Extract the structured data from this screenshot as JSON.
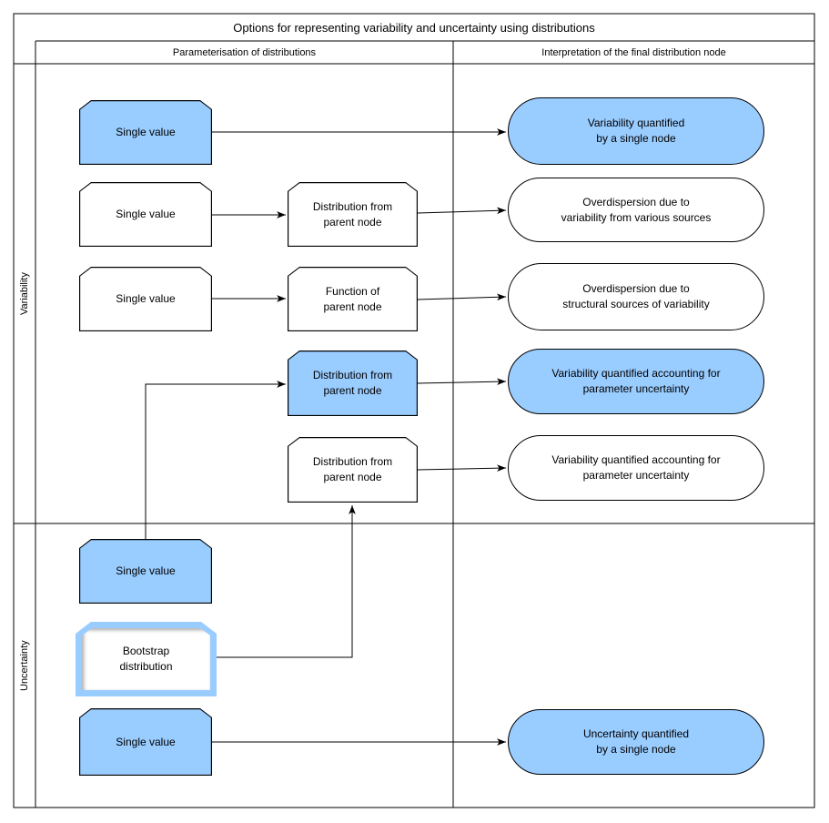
{
  "title": "Options for representing variability and uncertainty using distributions",
  "columns": {
    "parameterisation": "Parameterisation of distributions",
    "interpretation": "Interpretation of the final distribution node"
  },
  "row_labels": {
    "variability": "Variability",
    "uncertainty": "Uncertainty"
  },
  "colors": {
    "node_blue": "#99ccff",
    "node_white": "#ffffff",
    "line": "#000000",
    "bootstrap_border": "#99ccff"
  },
  "nodes": {
    "sv1": {
      "label": "Single value",
      "fill": "blue"
    },
    "sv2": {
      "label": "Single value",
      "fill": "white"
    },
    "dist1": {
      "label": "Distribution from\nparent node",
      "fill": "white"
    },
    "sv3": {
      "label": "Single value",
      "fill": "white"
    },
    "func1": {
      "label": "Function of\nparent node",
      "fill": "white"
    },
    "dist2": {
      "label": "Distribution from\nparent node",
      "fill": "blue"
    },
    "dist3": {
      "label": "Distribution from\nparent node",
      "fill": "white"
    },
    "sv4": {
      "label": "Single value",
      "fill": "blue"
    },
    "boot": {
      "label": "Bootstrap\ndistribution",
      "fill": "white"
    },
    "sv5": {
      "label": "Single value",
      "fill": "blue"
    }
  },
  "pills": {
    "p1": {
      "label": "Variability quantified\nby a single node",
      "fill": "blue"
    },
    "p2": {
      "label": "Overdispersion due to\nvariability from various sources",
      "fill": "white"
    },
    "p3": {
      "label": "Overdispersion due to\nstructural sources of variability",
      "fill": "white"
    },
    "p4": {
      "label": "Variability quantified accounting for\nparameter uncertainty",
      "fill": "blue"
    },
    "p5": {
      "label": "Variability quantified accounting for\nparameter uncertainty",
      "fill": "white"
    },
    "p6": {
      "label": "Uncertainty quantified\nby a single node",
      "fill": "blue"
    }
  }
}
